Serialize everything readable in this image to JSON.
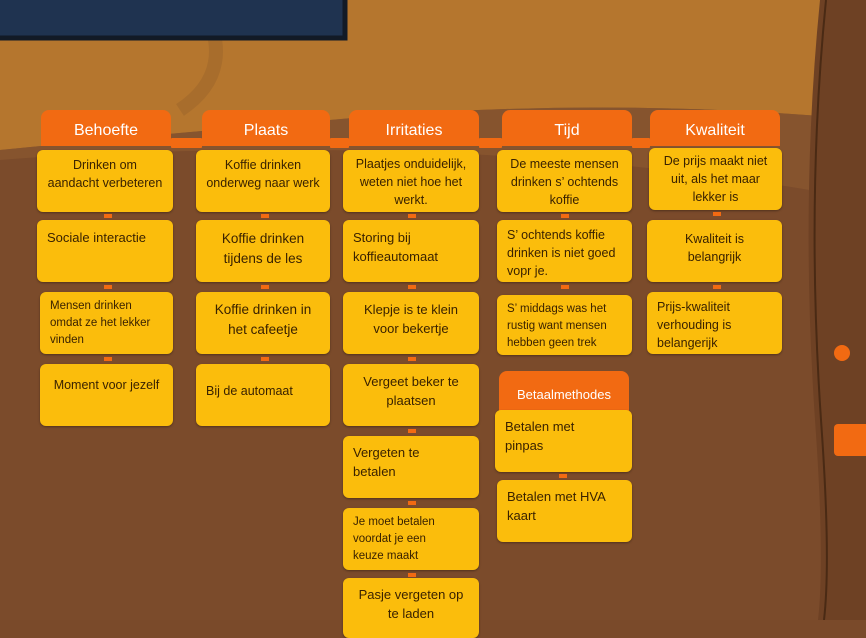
{
  "columns": [
    {
      "header": "Behoefte",
      "cards": [
        "Drinken om aandacht verbeteren",
        "Sociale interactie",
        "Mensen drinken omdat ze het lekker vinden",
        "Moment voor jezelf"
      ]
    },
    {
      "header": "Plaats",
      "cards": [
        "Koffie drinken onderweg naar werk",
        "Koffie drinken tijdens de les",
        "Koffie drinken in het cafeetje",
        "Bij de automaat"
      ]
    },
    {
      "header": "Irritaties",
      "cards": [
        "Plaatjes onduidelijk, weten niet hoe het werkt.",
        "Storing bij koffieautomaat",
        "Klepje is te klein voor bekertje",
        "Vergeet beker te plaatsen",
        "Vergeten te betalen",
        "Je moet betalen voordat je een keuze maakt",
        "Pasje vergeten op te laden"
      ]
    },
    {
      "header": "Tijd",
      "cards": [
        "De meeste mensen drinken s’ ochtends koffie",
        "S’ ochtends koffie drinken is niet goed vopr je.",
        "S’ middags was het rustig want mensen hebben geen trek"
      ]
    },
    {
      "header": "Kwaliteit",
      "cards": [
        "De prijs maakt niet uit, als het maar lekker is",
        "Kwaliteit is belangrijk",
        "Prijs-kwaliteit verhouding is belangerijk"
      ]
    }
  ],
  "betaal": {
    "header": "Betaalmethodes",
    "cards": [
      "Betalen met pinpas",
      "Betalen met HVA kaart"
    ]
  },
  "colors": {
    "background": "#7a4a2a",
    "header": "#f26a12",
    "card": "#fbbd0c",
    "screen": "#1f3350"
  }
}
